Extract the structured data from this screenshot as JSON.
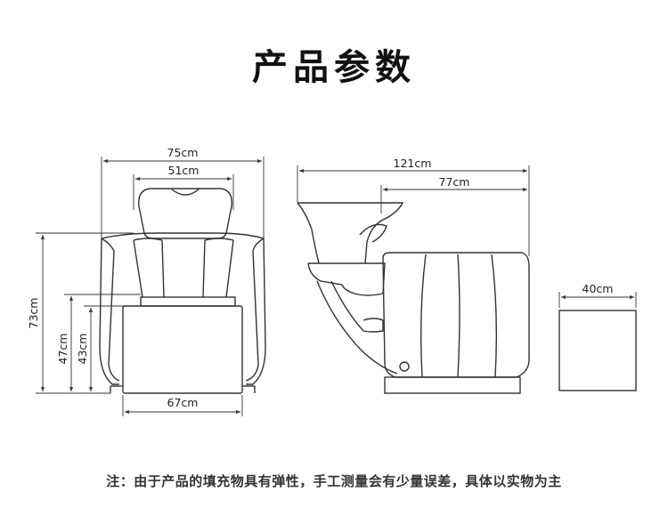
{
  "title": "产品参数",
  "note": "注：由于产品的填充物具有弹性，手工测量会有少量误差，具体以实物为主",
  "dimensions": {
    "front_total_width": "75cm",
    "front_bowl_width": "51cm",
    "front_base_width": "67cm",
    "front_total_height": "73cm",
    "front_seat_height_outer": "47cm",
    "front_seat_height_inner": "43cm",
    "side_total_length": "121cm",
    "side_body_length": "77cm",
    "stool_width": "40cm"
  },
  "colors": {
    "line": "#333333",
    "text": "#222222"
  }
}
